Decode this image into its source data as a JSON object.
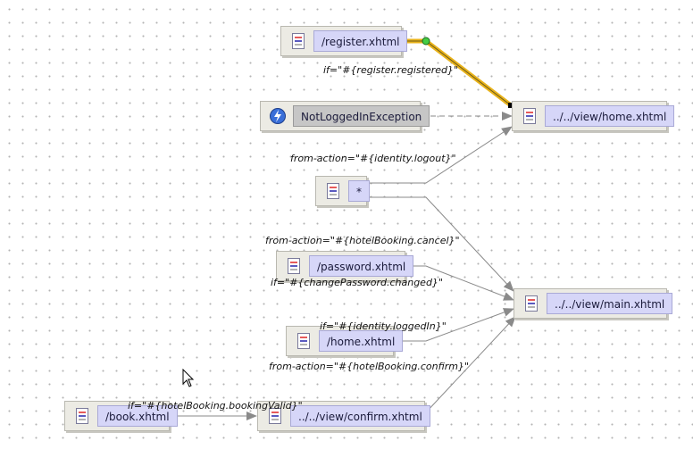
{
  "nodes": {
    "register": {
      "label": "/register.xhtml",
      "icon": "page-icon"
    },
    "not_logged_in": {
      "label": "NotLoggedInException",
      "icon": "exception-icon"
    },
    "view_home": {
      "label": "../../view/home.xhtml",
      "icon": "page-icon"
    },
    "wildcard": {
      "label": "*",
      "icon": "page-icon"
    },
    "password": {
      "label": "/password.xhtml",
      "icon": "page-icon"
    },
    "view_main": {
      "label": "../../view/main.xhtml",
      "icon": "page-icon"
    },
    "home": {
      "label": "/home.xhtml",
      "icon": "page-icon"
    },
    "book": {
      "label": "/book.xhtml",
      "icon": "page-icon"
    },
    "view_confirm": {
      "label": "../../view/confirm.xhtml",
      "icon": "page-icon"
    }
  },
  "conditions": {
    "register_registered": "if=\"#{register.registered}\"",
    "identity_logout": "from-action=\"#{identity.logout}\"",
    "hotelbooking_cancel": "from-action=\"#{hotelBooking.cancel}\"",
    "changepassword_changed": "if=\"#{changePassword.changed}\"",
    "identity_loggedin": "if=\"#{identity.loggedIn}\"",
    "hotelbooking_confirm": "from-action=\"#{hotelBooking.confirm}\"",
    "hotelbooking_bookingvalid": "if=\"#{hotelBooking.bookingValid}\""
  },
  "colors": {
    "selected_edge": "#e8b21a",
    "edge": "#8a8a8a",
    "node_label_bg": "#d6d6f8"
  }
}
